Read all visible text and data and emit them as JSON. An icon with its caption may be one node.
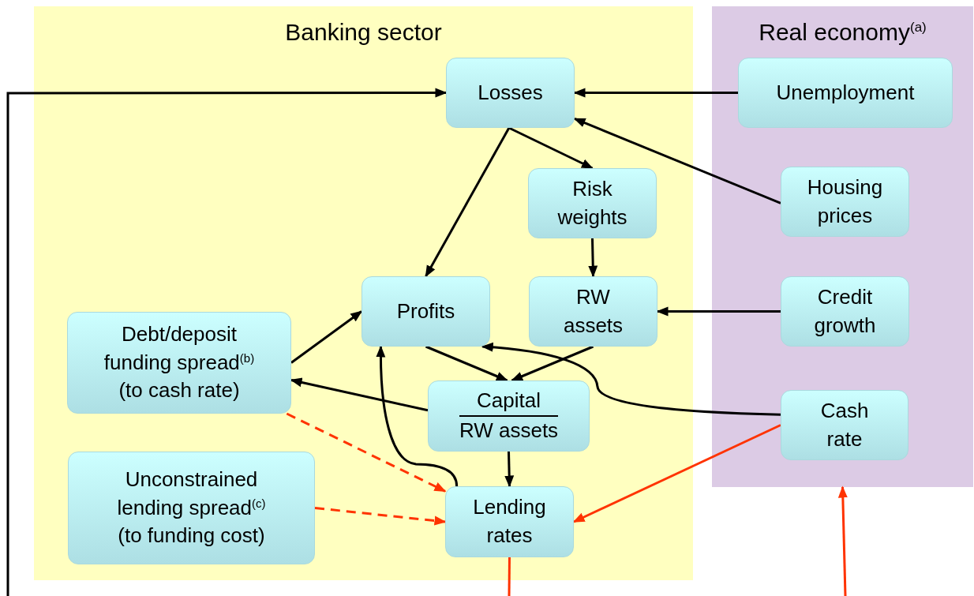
{
  "diagram": {
    "nodes": [
      {
        "text": [
          "Banking sector"
        ]
      },
      {
        "text": [
          "Real economy$^{(a)}$"
        ]
      },
      {
        "text": [
          "Losses"
        ],
        "in": 0
      },
      {
        "text": [
          "Unemployment"
        ],
        "in": 1
      },
      {
        "text": [
          "Risk weights"
        ],
        "in": 0
      },
      {
        "text": [
          "Housing prices"
        ],
        "in": 1
      },
      {
        "text": [
          "Profits"
        ],
        "in": 0
      },
      {
        "text": [
          "RW assets"
        ],
        "in": 0
      },
      {
        "text": [
          "Credit growth"
        ],
        "in": 1
      },
      {
        "text": [
          "Debt/deposit funding spread$^{(b)}$ (to cash rate)"
        ],
        "in": 0
      },
      {
        "text": [
          "Capital",
          "RW assets"
        ],
        "in": 0
      },
      {
        "text": [
          "Cash rate"
        ],
        "in": 1
      },
      {
        "text": [
          "Unconstrained lending spread$^{(c)}$ (to funding cost)"
        ],
        "in": 0
      },
      {
        "text": [
          "Lending rates"
        ],
        "in": 0
      }
    ],
    "edges": [
      {
        "from": null,
        "to": 2,
        "arrow": "to"
      },
      {
        "from": 3,
        "to": 2,
        "arrow": "to"
      },
      {
        "from": 5,
        "to": 2,
        "arrow": "to"
      },
      {
        "from": 2,
        "to": 4,
        "arrow": "to"
      },
      {
        "from": 2,
        "to": 6,
        "arrow": "to"
      },
      {
        "from": 4,
        "to": 7,
        "arrow": "to"
      },
      {
        "from": 8,
        "to": 7,
        "arrow": "to"
      },
      {
        "from": 9,
        "to": 6,
        "arrow": "to"
      },
      {
        "from": 10,
        "to": 9,
        "arrow": "to"
      },
      {
        "from": 6,
        "to": 10,
        "arrow": "to"
      },
      {
        "from": 7,
        "to": 10,
        "arrow": "to"
      },
      {
        "from": 11,
        "to": 6,
        "arrow": "to"
      },
      {
        "from": 10,
        "to": 13,
        "arrow": "to"
      },
      {
        "from": 13,
        "to": 6,
        "arrow": "to"
      },
      {
        "from": 9,
        "to": 13,
        "arrow": "to",
        "style": "dashed",
        "color": "#ff3300"
      },
      {
        "from": 12,
        "to": 13,
        "arrow": "to",
        "style": "dashed",
        "color": "#ff3300"
      },
      {
        "from": 11,
        "to": 13,
        "arrow": "to",
        "color": "#ff3300"
      },
      {
        "from": 13,
        "to": null,
        "arrow": "none",
        "color": "#ff3300"
      },
      {
        "from": null,
        "to": 1,
        "arrow": "to",
        "color": "#ff3300"
      }
    ]
  }
}
